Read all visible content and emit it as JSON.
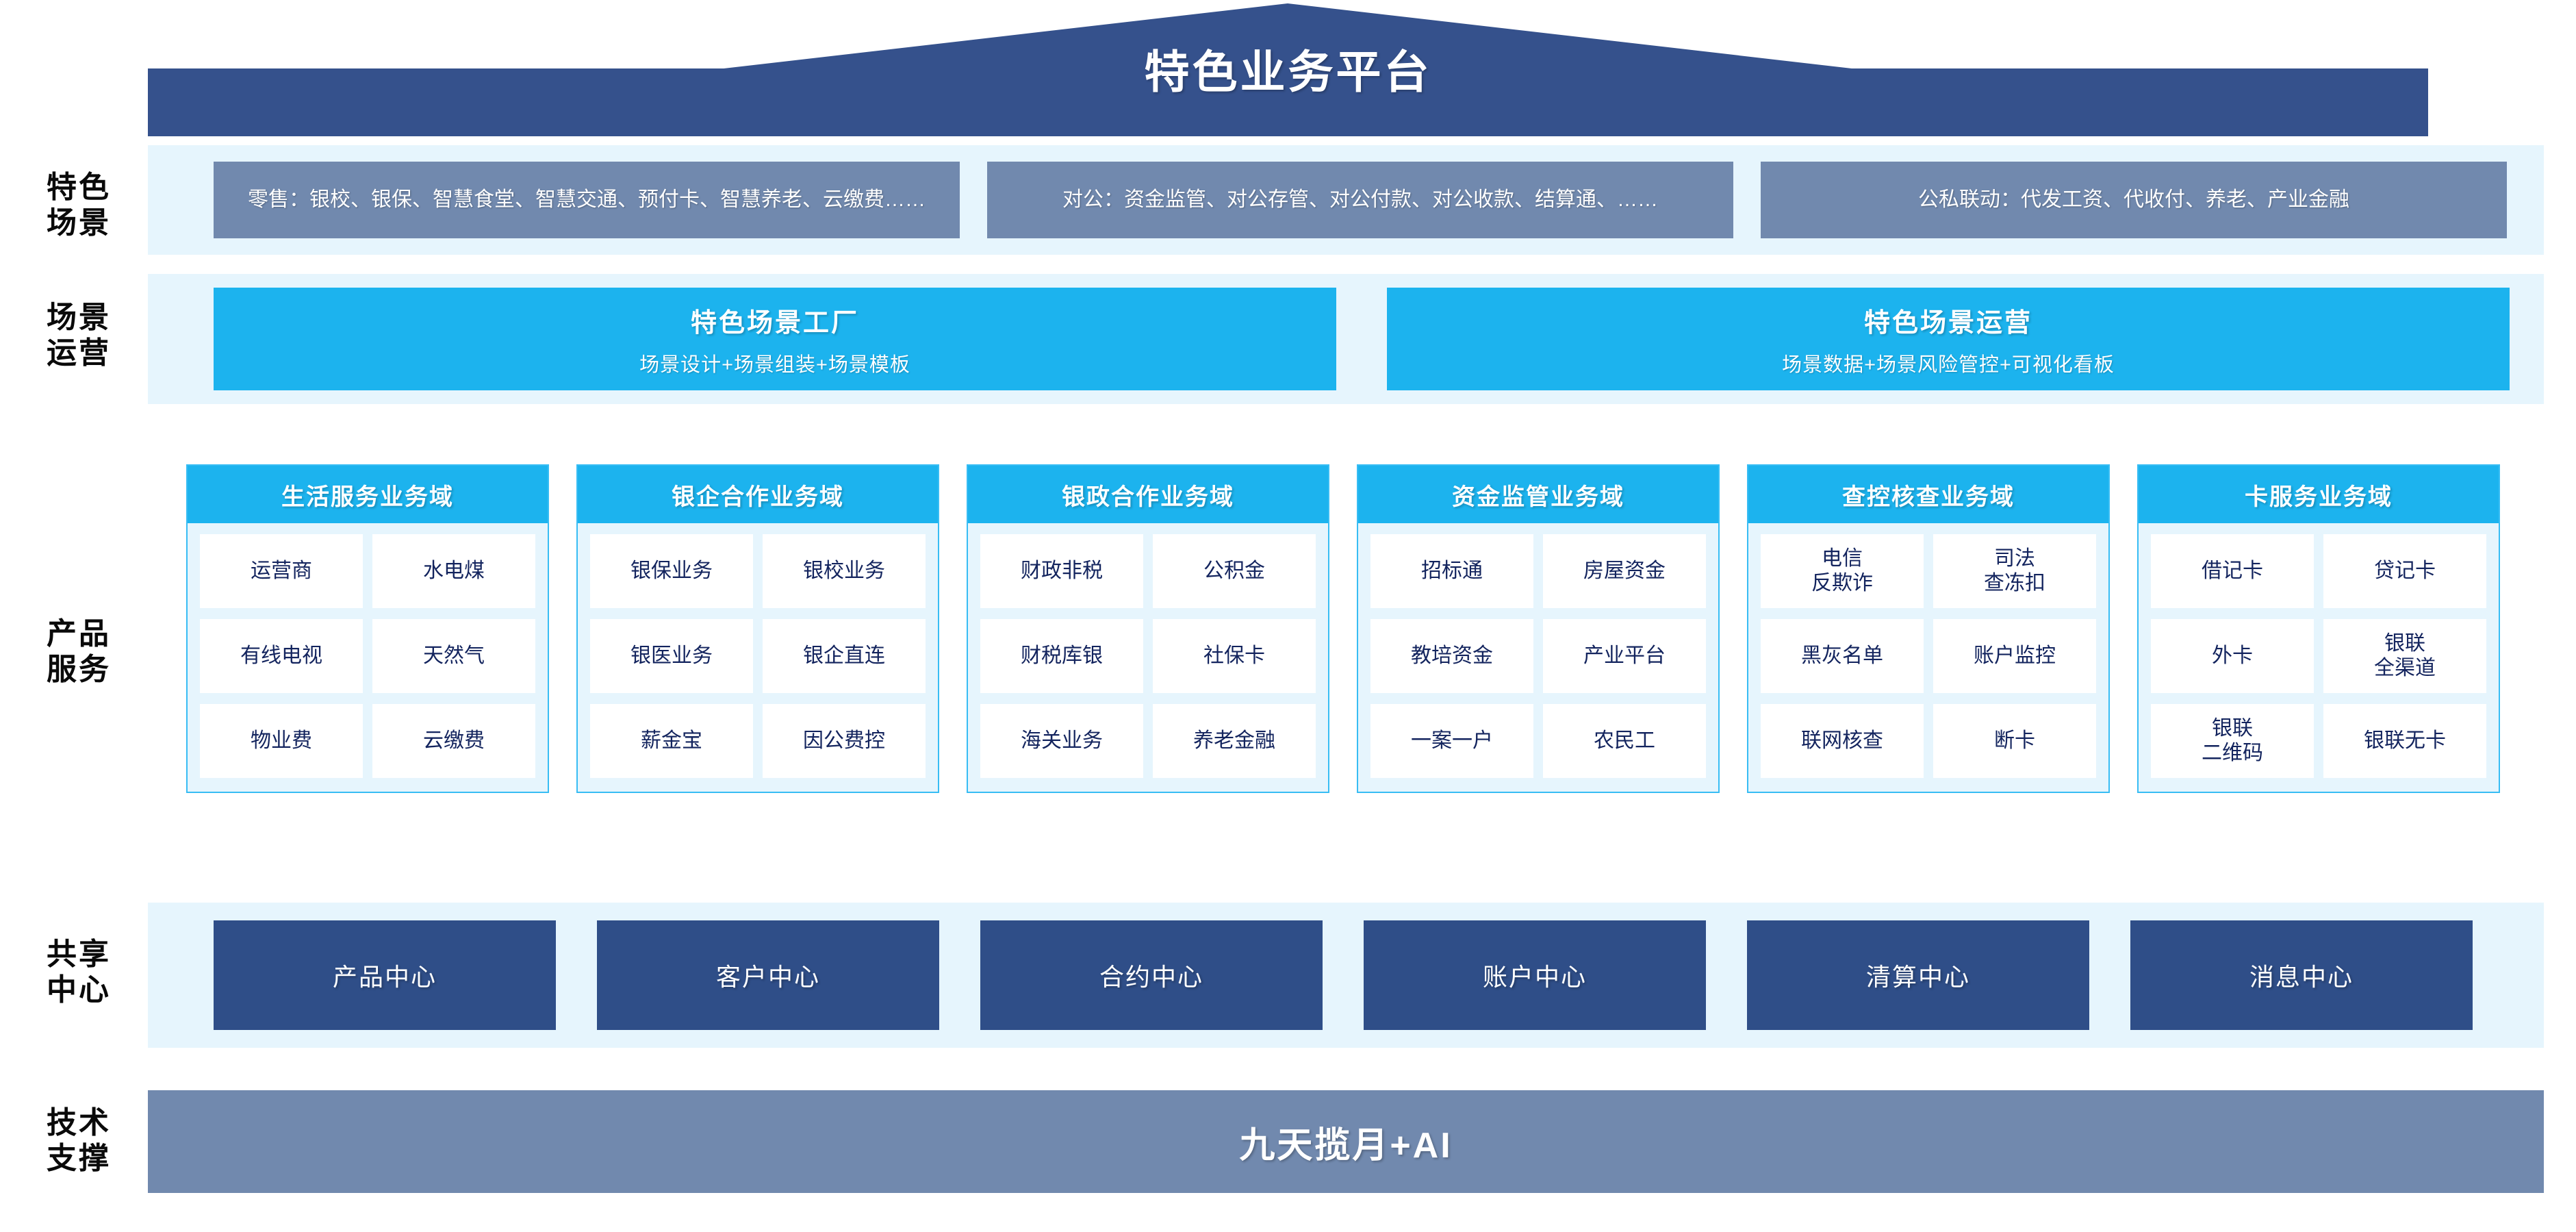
{
  "header": {
    "title": "特色业务平台",
    "roof_color": "#35518c"
  },
  "theme": {
    "band_bg": "#e6f5fd",
    "cyan": "#1cb3ee",
    "cyan_border": "#38bdf4",
    "slate_blue": "#7189ae",
    "navy": "#2f4e88",
    "cell_text": "#13245e"
  },
  "rows": [
    {
      "label": "特色\n场景"
    },
    {
      "label": "场景\n运营"
    },
    {
      "label": "产品\n服务"
    },
    {
      "label": "共享\n中心"
    },
    {
      "label": "技术\n支撑"
    }
  ],
  "scenarios": [
    {
      "text": "零售：银校、银保、智慧食堂、智慧交通、预付卡、智慧养老、云缴费……"
    },
    {
      "text": "对公：资金监管、对公存管、对公付款、对公收款、结算通、……"
    },
    {
      "text": "公私联动：代发工资、代收付、养老、产业金融"
    }
  ],
  "operations": [
    {
      "title": "特色场景工厂",
      "subtitle": "场景设计+场景组装+场景模板"
    },
    {
      "title": "特色场景运营",
      "subtitle": "场景数据+场景风险管控+可视化看板"
    }
  ],
  "domains": [
    {
      "title": "生活服务业务域",
      "items": [
        "运营商",
        "水电煤",
        "有线电视",
        "天然气",
        "物业费",
        "云缴费"
      ]
    },
    {
      "title": "银企合作业务域",
      "items": [
        "银保业务",
        "银校业务",
        "银医业务",
        "银企直连",
        "薪金宝",
        "因公费控"
      ]
    },
    {
      "title": "银政合作业务域",
      "items": [
        "财政非税",
        "公积金",
        "财税库银",
        "社保卡",
        "海关业务",
        "养老金融"
      ]
    },
    {
      "title": "资金监管业务域",
      "items": [
        "招标通",
        "房屋资金",
        "教培资金",
        "产业平台",
        "一案一户",
        "农民工"
      ]
    },
    {
      "title": "查控核查业务域",
      "items": [
        "电信\n反欺诈",
        "司法\n查冻扣",
        "黑灰名单",
        "账户监控",
        "联网核查",
        "断卡"
      ]
    },
    {
      "title": "卡服务业务域",
      "items": [
        "借记卡",
        "贷记卡",
        "外卡",
        "银联\n全渠道",
        "银联\n二维码",
        "银联无卡"
      ]
    }
  ],
  "shared_centers": [
    {
      "label": "产品中心"
    },
    {
      "label": "客户中心"
    },
    {
      "label": "合约中心"
    },
    {
      "label": "账户中心"
    },
    {
      "label": "清算中心"
    },
    {
      "label": "消息中心"
    }
  ],
  "tech_support": {
    "label": "九天揽月+AI"
  }
}
